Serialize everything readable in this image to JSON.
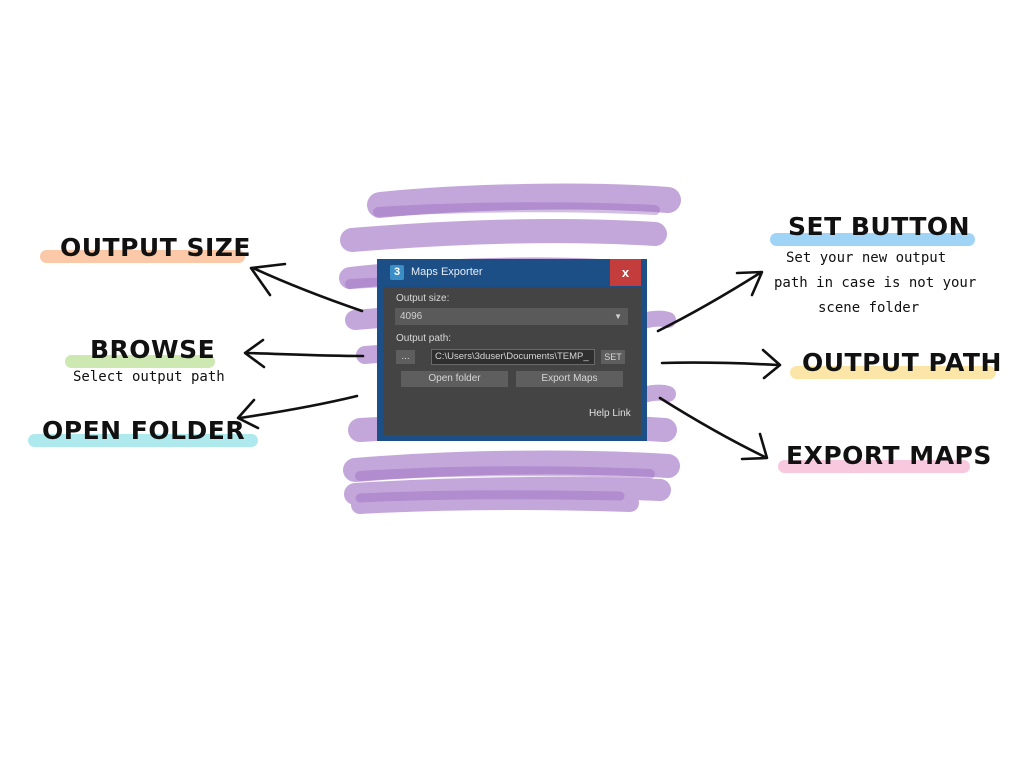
{
  "dialog": {
    "title": "Maps Exporter",
    "app_icon_text": "3",
    "close_label": "x",
    "output_size_label": "Output size:",
    "output_size_value": "4096",
    "output_path_label": "Output path:",
    "browse_label": "...",
    "output_path_value": "C:\\Users\\3duser\\Documents\\TEMP_",
    "set_label": "SET",
    "open_folder_label": "Open folder",
    "export_maps_label": "Export Maps",
    "help_link_label": "Help Link"
  },
  "annotations": {
    "output_size": "OUTPUT SIZE",
    "browse": "BROWSE",
    "browse_note": "Select output path",
    "open_folder": "OPEN FOLDER",
    "set_button": "SET BUTTON",
    "set_note_line1": "Set your new output",
    "set_note_line2": "path in case is not your",
    "set_note_line3": "scene folder",
    "output_path": "OUTPUT PATH",
    "export_maps": "EXPORT MAPS"
  },
  "colors": {
    "titlebar": "#1c4f86",
    "close": "#c43d3d",
    "panel": "#444444",
    "scribble": "#b48fd0",
    "hl_orange": "#fbc9a8",
    "hl_green": "#cde8b0",
    "hl_cyan": "#aee9ee",
    "hl_blue": "#9fd4f7",
    "hl_yellow": "#fbe6a8",
    "hl_pink": "#f7c8de"
  }
}
